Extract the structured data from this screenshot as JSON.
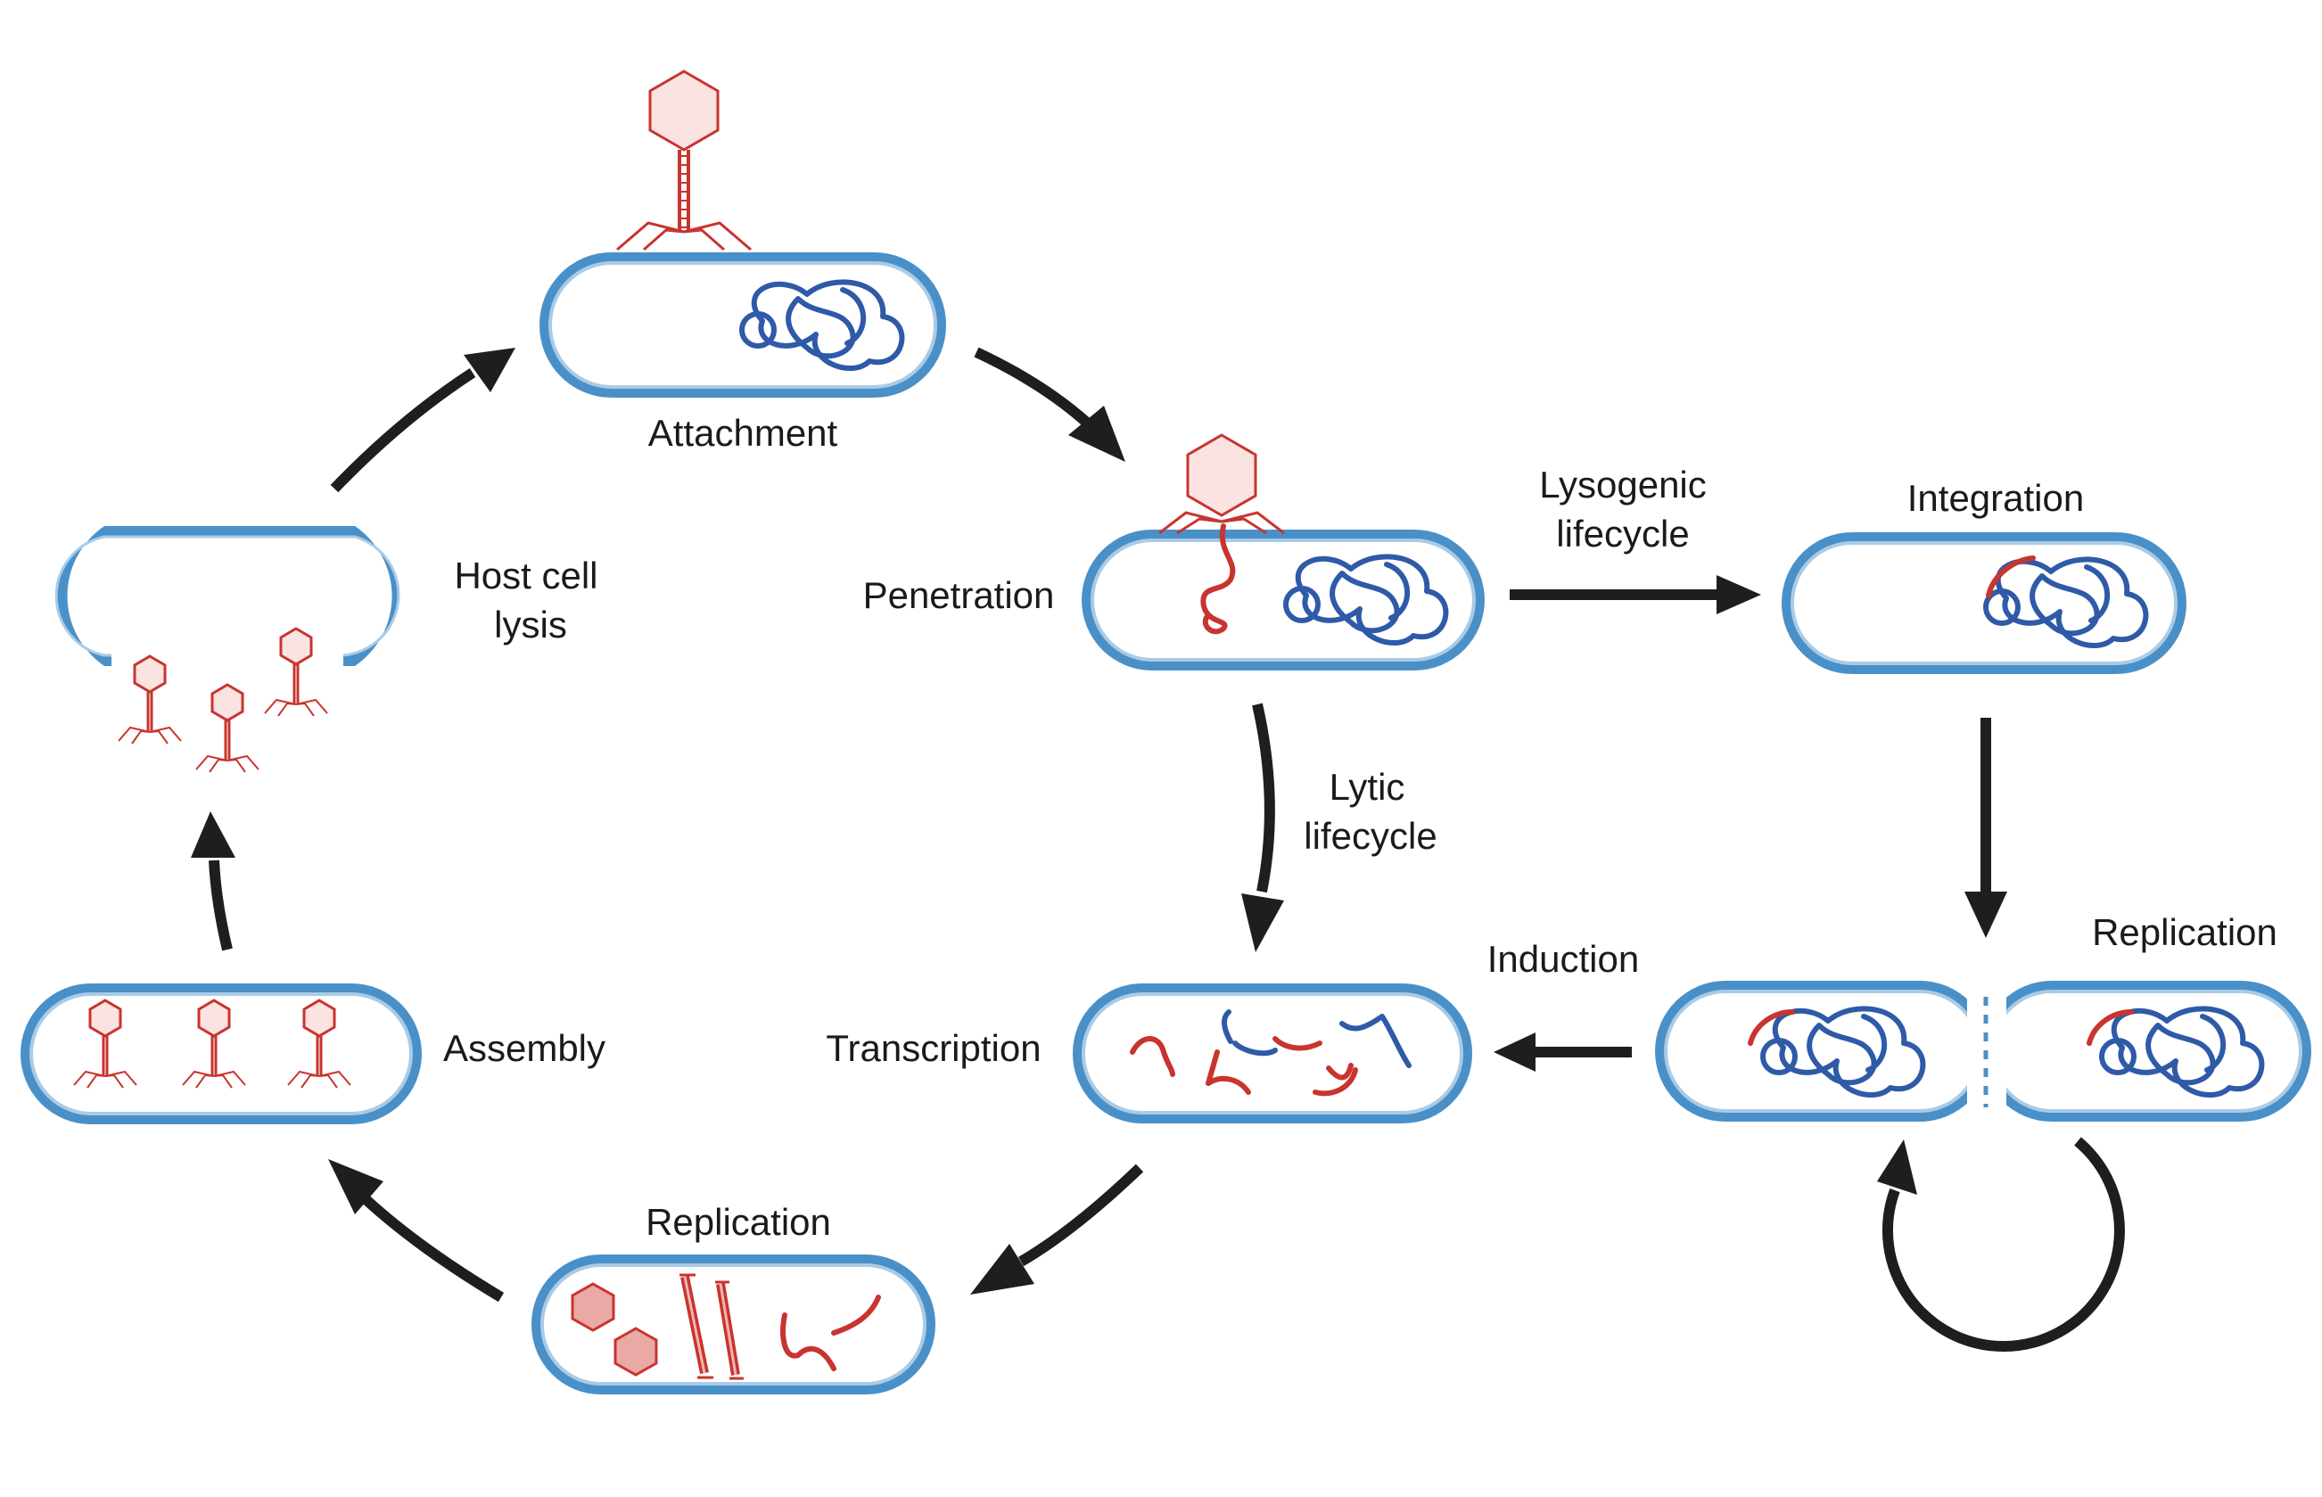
{
  "stages": {
    "attachment": "Attachment",
    "penetration": "Penetration",
    "integration": "Integration",
    "replication_lysogenic": "Replication",
    "induction": "Induction",
    "transcription": "Transcription",
    "replication_lytic": "Replication",
    "assembly": "Assembly",
    "host_lysis_line1": "Host cell",
    "host_lysis_line2": "lysis"
  },
  "pathways": {
    "lysogenic_line1": "Lysogenic",
    "lysogenic_line2": "lifecycle",
    "lytic_line1": "Lytic",
    "lytic_line2": "lifecycle"
  },
  "colors": {
    "cell_membrane": "#4a90c8",
    "host_dna": "#2e5aa8",
    "phage": "#c8342f",
    "arrow": "#1e1e1e"
  }
}
